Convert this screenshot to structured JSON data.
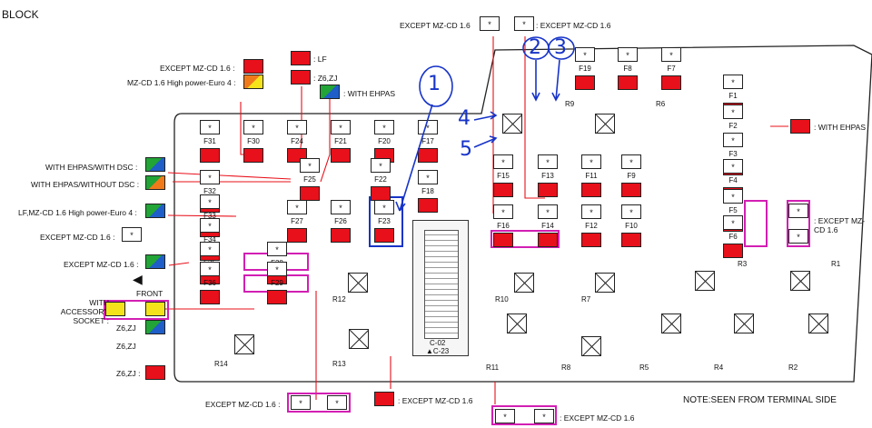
{
  "title": "BLOCK",
  "note": "NOTE:SEEN FROM TERMINAL SIDE",
  "top_labels": {
    "except_top": "EXCEPT MZ-CD 1.6",
    "except_top_right": ": EXCEPT MZ-CD 1.6",
    "except_left": "EXCEPT MZ-CD 1.6 :",
    "high_power": "MZ-CD 1.6 High power-Euro 4 :",
    "lf": ": LF",
    "z6zj": ": Z6,ZJ",
    "with_ehpas": ": WITH EHPAS"
  },
  "left_labels": {
    "ehpas_dsc": "WITH EHPAS/WITH DSC :",
    "ehpas_no_dsc": "WITH EHPAS/WITHOUT DSC :",
    "lf_high": "LF,MZ-CD 1.6 High power-Euro 4 :",
    "except1": "EXCEPT MZ-CD 1.6 :",
    "except2": "EXCEPT MZ-CD 1.6 :",
    "front": "FRONT",
    "accessory": "WITH ACCESSORY SOCKET :",
    "z6zj_a": "Z6,ZJ",
    "z6zj_b": "Z6,ZJ",
    "z6zj_c": "Z6,ZJ :"
  },
  "right_labels": {
    "with_ehpas": ": WITH EHPAS",
    "except": ": EXCEPT MZ-CD 1.6"
  },
  "bottom_labels": {
    "except_a": "EXCEPT MZ-CD 1.6 :",
    "except_b": ": EXCEPT MZ-CD 1.6",
    "except_c": ": EXCEPT MZ-CD 1.6"
  },
  "fuses": [
    "F31",
    "F30",
    "F24",
    "F21",
    "F20",
    "F17",
    "F25",
    "F22",
    "F32",
    "F18",
    "F33",
    "F27",
    "F26",
    "F23",
    "F34",
    "F35",
    "F28",
    "F36",
    "F29",
    "F15",
    "F13",
    "F11",
    "F9",
    "F16",
    "F14",
    "F12",
    "F10",
    "F19",
    "F8",
    "F7",
    "F1",
    "F2",
    "F3",
    "F4",
    "F5",
    "F6"
  ],
  "relays": [
    "R9",
    "R6",
    "R12",
    "R10",
    "R7",
    "R3",
    "R1",
    "R14",
    "R13",
    "R11",
    "R8",
    "R5",
    "R4",
    "R2"
  ],
  "connector": [
    "C-02",
    "▲C-23"
  ],
  "annotations": [
    "1",
    "2",
    "3",
    "4",
    "5"
  ],
  "star": "*",
  "wire_colors": {
    "red": "#e8101a",
    "green": "#22a437",
    "blue": "#1f5ec9",
    "yellow": "#f4e21b",
    "pink": "#e6a0dc",
    "orange": "#f07a1a",
    "black": "#111111",
    "gray": "#8a8a8a",
    "highlight_pink": "#d21fb3",
    "annotation_blue": "#1734c8"
  }
}
